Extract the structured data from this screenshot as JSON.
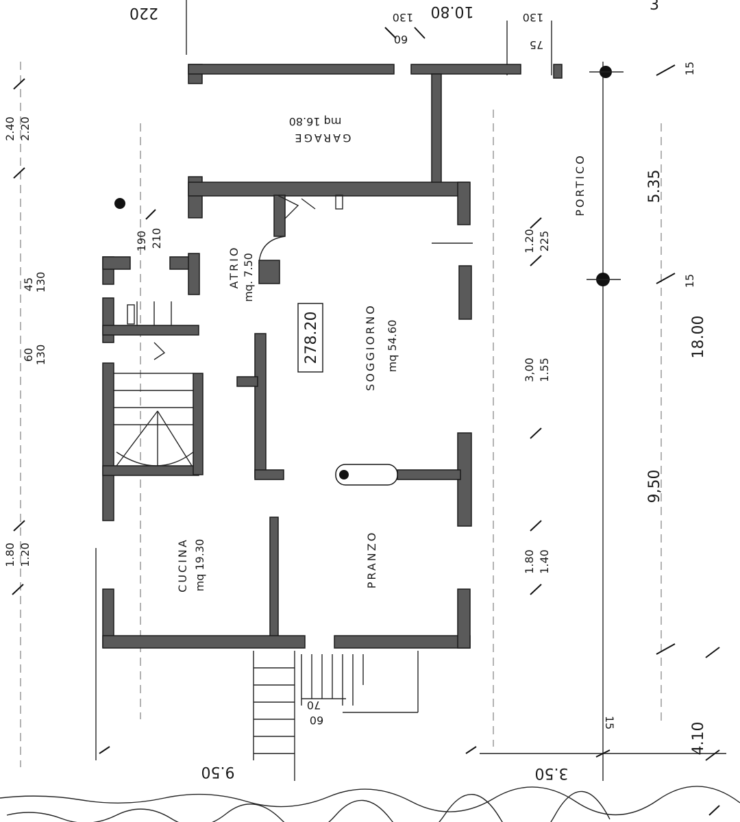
{
  "rooms": {
    "garage": {
      "name": "GARAGE",
      "area": "mq 16.80"
    },
    "atrio": {
      "name": "ATRIO",
      "area": "mq. 7.50"
    },
    "soggiorno": {
      "name": "SOGGIORNO",
      "area": "mq 54.60"
    },
    "cucina": {
      "name": "CUCINA",
      "area": "mq 19.30"
    },
    "pranzo": {
      "name": "PRANZO"
    },
    "portico": {
      "name": "PORTICO"
    }
  },
  "total_area": "278.20",
  "dimensions": {
    "top_left": "220",
    "top_mid": "10.80",
    "top_130": "130",
    "top_60": "60",
    "top_right_130": "130",
    "top_75": "75",
    "top_far_right": "3",
    "left_240": "2.40",
    "left_220": "2.20",
    "left_45": "45",
    "left_130a": "130",
    "left_60": "60",
    "left_130b": "130",
    "left_180": "1.80",
    "left_120": "1.20",
    "atrio_190": "190",
    "atrio_210": "210",
    "mid_120": "1.20",
    "mid_225": "225",
    "mid_300": "3,00",
    "mid_155": "1.55",
    "mid_180": "1.80",
    "mid_140": "1.40",
    "right_15a": "15",
    "right_15b": "15",
    "right_15c": "15",
    "right_535": "5.35",
    "right_1800": "18.00",
    "right_950": "9,50",
    "right_410": "4.10",
    "bottom_950": "9.50",
    "bottom_350": "3.50",
    "stair_70": "70",
    "stair_60": "60"
  }
}
